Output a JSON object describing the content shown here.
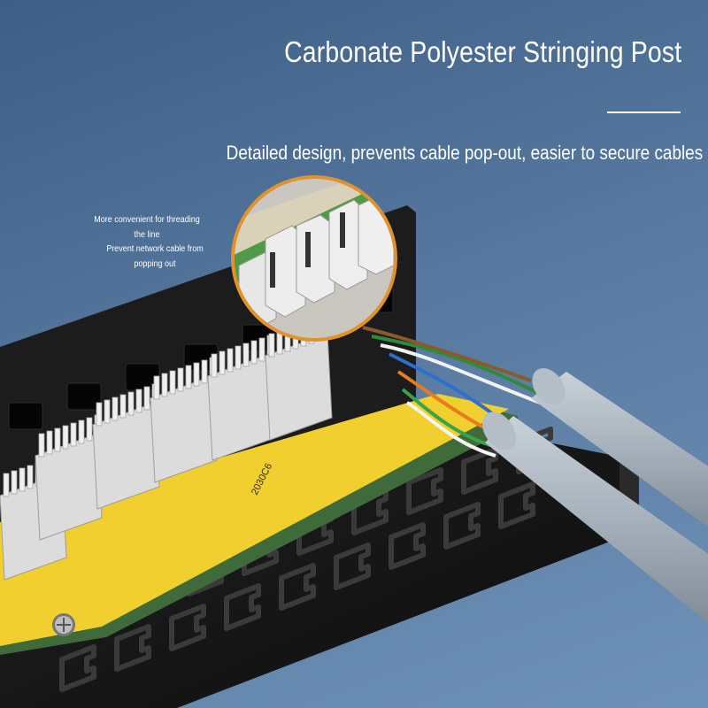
{
  "headline": "Carbonate Polyester Stringing Post",
  "subtitle": "Detailed design, prevents cable pop-out, easier to secure cables",
  "callouts": [
    "More convenient for threading the line",
    "Prevent network cable from popping out"
  ],
  "pcb_label": "2030C6",
  "colors": {
    "background": "#4f719a",
    "panel": "#151515",
    "pcb": "#f0cf2e",
    "terminal": "#e3e3e3",
    "cable": "#a8b3bd",
    "accent_ring": "#e0922f",
    "text": "#ffffff"
  }
}
